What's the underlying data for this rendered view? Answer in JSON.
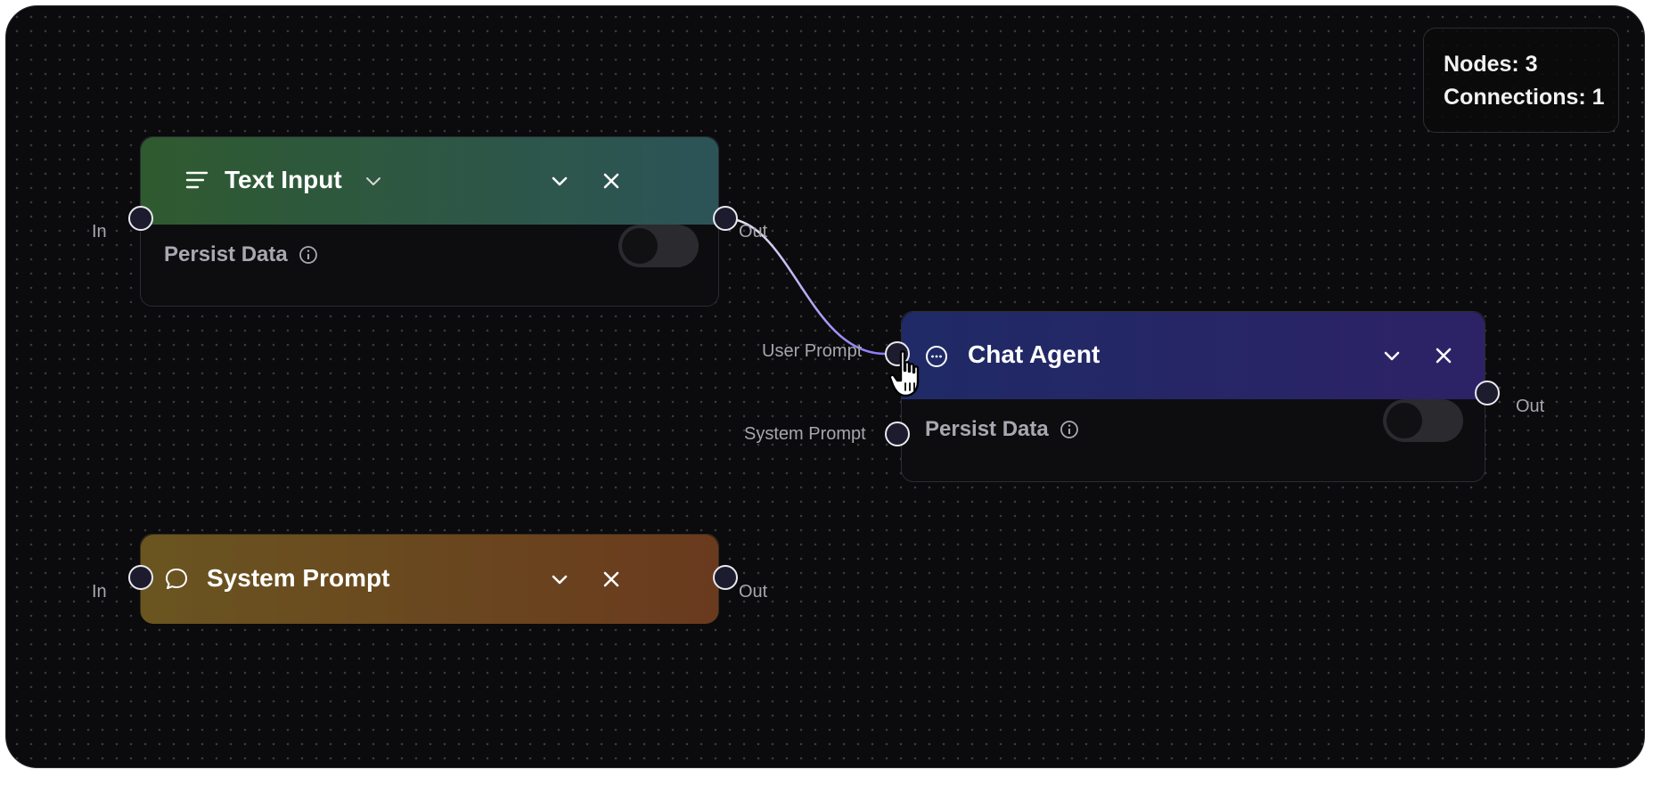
{
  "stats": {
    "nodes_text": "Nodes: 3",
    "connections_text": "Connections: 1"
  },
  "nodes": {
    "text_input": {
      "title": "Text Input",
      "persist_label": "Persist Data",
      "persist_on": false,
      "port_in_label": "In",
      "port_out_label": "Out",
      "header_colors": [
        "#2f5a2f",
        "#2c5458"
      ]
    },
    "chat_agent": {
      "title": "Chat Agent",
      "persist_label": "Persist Data",
      "persist_on": false,
      "port_user_prompt_label": "User Prompt",
      "port_system_prompt_label": "System Prompt",
      "port_out_label": "Out",
      "header_colors": [
        "#1f2a66",
        "#2d2266"
      ]
    },
    "system_prompt": {
      "title": "System Prompt",
      "port_in_label": "In",
      "port_out_label": "Out",
      "header_colors": [
        "#6a5520",
        "#6a3a1e"
      ]
    }
  },
  "connection": {
    "from": "Text Input",
    "to": "Chat Agent"
  },
  "icons": {
    "text_input": "lines-icon",
    "chat_agent": "chat-dots-icon",
    "system_prompt": "speech-bubble-icon",
    "collapse": "chevron-down-icon",
    "close": "close-icon",
    "info": "info-icon",
    "cursor": "hand-pointer-cursor"
  }
}
